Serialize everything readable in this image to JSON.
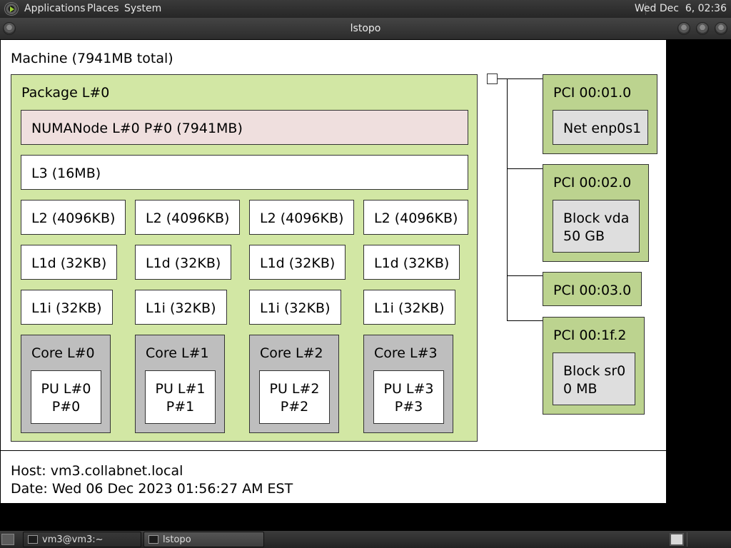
{
  "top_panel": {
    "menus": [
      "Applications",
      "Places",
      "System"
    ],
    "clock": "Wed Dec  6, 02:36",
    "distro_icon": "distro-logo-icon"
  },
  "window": {
    "title": "lstopo"
  },
  "topology": {
    "machine": "Machine (7941MB total)",
    "package": "Package L#0",
    "numa": "NUMANode L#0 P#0 (7941MB)",
    "l3": "L3 (16MB)",
    "l2": [
      "L2 (4096KB)",
      "L2 (4096KB)",
      "L2 (4096KB)",
      "L2 (4096KB)"
    ],
    "l1d": [
      "L1d (32KB)",
      "L1d (32KB)",
      "L1d (32KB)",
      "L1d (32KB)"
    ],
    "l1i": [
      "L1i (32KB)",
      "L1i (32KB)",
      "L1i (32KB)",
      "L1i (32KB)"
    ],
    "cores": [
      {
        "label": "Core L#0",
        "pu": "PU L#0",
        "pu_p": "P#0"
      },
      {
        "label": "Core L#1",
        "pu": "PU L#1",
        "pu_p": "P#1"
      },
      {
        "label": "Core L#2",
        "pu": "PU L#2",
        "pu_p": "P#2"
      },
      {
        "label": "Core L#3",
        "pu": "PU L#3",
        "pu_p": "P#3"
      }
    ],
    "pci": [
      {
        "label": "PCI 00:01.0",
        "device": [
          "Net enp0s1"
        ]
      },
      {
        "label": "PCI 00:02.0",
        "device": [
          "Block vda",
          "50 GB"
        ]
      },
      {
        "label": "PCI 00:03.0",
        "device": []
      },
      {
        "label": "PCI 00:1f.2",
        "device": [
          "Block sr0",
          "0 MB"
        ]
      }
    ]
  },
  "footer": {
    "host": "Host: vm3.collabnet.local",
    "date": "Date: Wed 06 Dec 2023 01:56:27 AM EST"
  },
  "taskbar": {
    "tasks": [
      {
        "label": "vm3@vm3:~",
        "icon": "terminal-icon"
      },
      {
        "label": "lstopo",
        "icon": "window-icon"
      }
    ]
  },
  "colors": {
    "package": "#d2e7a4",
    "numa": "#efdfde",
    "core": "#bebebe",
    "pci": "#bcd38f",
    "device": "#dedede"
  }
}
